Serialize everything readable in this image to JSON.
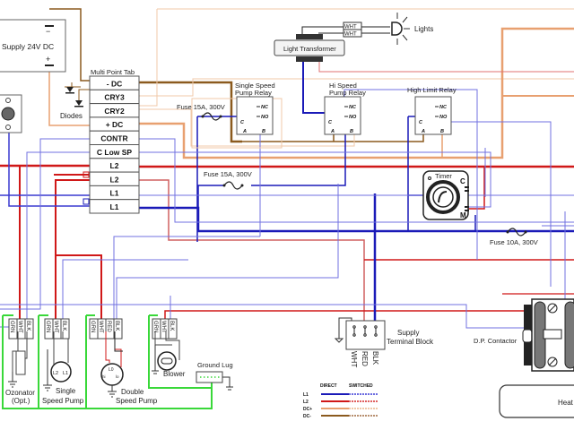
{
  "title": "Hot Tub / Spa Wiring Diagram",
  "colors": {
    "l1": "#1a1ab8",
    "l1_switched": "#6a6ae0",
    "l2": "#d01818",
    "l2_switched": "#e06060",
    "dc_plus": "#e8a070",
    "dc_plus_light": "#f0c8a8",
    "dc_minus": "#8b5a1e",
    "ground": "#39d839",
    "outline": "#555555"
  },
  "power_supply": {
    "label": "Supply 24V DC",
    "minus": "−",
    "plus": "+"
  },
  "diodes": {
    "label": "Diodes"
  },
  "multi_point_tab": {
    "label": "Multi Point Tab",
    "rows": [
      "- DC",
      "CRY3",
      "CRY2",
      "+ DC",
      "CONTR",
      "C Low SP",
      "L2",
      "L2",
      "L1",
      "L1"
    ]
  },
  "light_transformer": {
    "label": "Light Transformer",
    "wires": [
      "WHT",
      "WHT"
    ]
  },
  "lights": {
    "label": "Lights"
  },
  "relays": [
    {
      "id": "single-speed",
      "title_line1": "Single Speed",
      "title_line2": "Pump Relay",
      "terminals": {
        "nc": "NC",
        "no": "NO",
        "c": "C",
        "a": "A",
        "b": "B"
      }
    },
    {
      "id": "hi-speed",
      "title_line1": "Hi Speed",
      "title_line2": "Pump Relay",
      "terminals": {
        "nc": "NC",
        "no": "NO",
        "c": "C",
        "a": "A",
        "b": "B"
      }
    },
    {
      "id": "high-limit",
      "title_line1": "High Limit Relay",
      "title_line2": "",
      "terminals": {
        "nc": "NC",
        "no": "NO",
        "c": "C",
        "a": "A",
        "b": "B"
      }
    }
  ],
  "fuses": [
    {
      "id": "fuse-1",
      "label": "Fuse 15A, 300V"
    },
    {
      "id": "fuse-2",
      "label": "Fuse 15A, 300V"
    },
    {
      "id": "fuse-3",
      "label": "Fuse 10A, 300V"
    }
  ],
  "timer": {
    "label": "Timer",
    "c": "C",
    "m": "M"
  },
  "loads": [
    {
      "id": "ozonator",
      "label_line1": "Ozonator",
      "label_line2": "(Opt.)",
      "wires": [
        "GRN",
        "WHT",
        "BLK"
      ]
    },
    {
      "id": "single-speed-pump",
      "label_line1": "Single",
      "label_line2": "Speed Pump",
      "wires": [
        "GRN",
        "WHT",
        "BLK"
      ],
      "pins": [
        "L2",
        "L1"
      ]
    },
    {
      "id": "double-speed-pump",
      "label_line1": "Double",
      "label_line2": "Speed Pump",
      "wires": [
        "GRN",
        "WHT",
        "RED",
        "BLK"
      ],
      "pins": [
        "L0",
        "hi",
        "lo"
      ]
    },
    {
      "id": "blower",
      "label_line1": "Blower",
      "label_line2": "",
      "wires": [
        "GRN",
        "WHT",
        "BLK"
      ]
    }
  ],
  "ground_lug": {
    "label": "Ground Lug"
  },
  "supply_terminal": {
    "label_line1": "Supply",
    "label_line2": "Terminal Block",
    "wires": [
      "WHT",
      "RED",
      "BLK"
    ]
  },
  "contactor": {
    "label": "D.P. Contactor"
  },
  "heater": {
    "label": "Heat"
  },
  "legend": {
    "header_direct": "DIRECT",
    "header_switched": "SWITCHED",
    "rows": [
      {
        "label": "L1",
        "color": "#1a1ab8",
        "switched": "#6a6ae0"
      },
      {
        "label": "L2",
        "color": "#d01818",
        "switched": "#e06060"
      },
      {
        "label": "DC+",
        "color": "#e8a070",
        "switched": "#f0c8a8"
      },
      {
        "label": "DC-",
        "color": "#8b5a1e",
        "switched": "#b89070"
      }
    ]
  }
}
